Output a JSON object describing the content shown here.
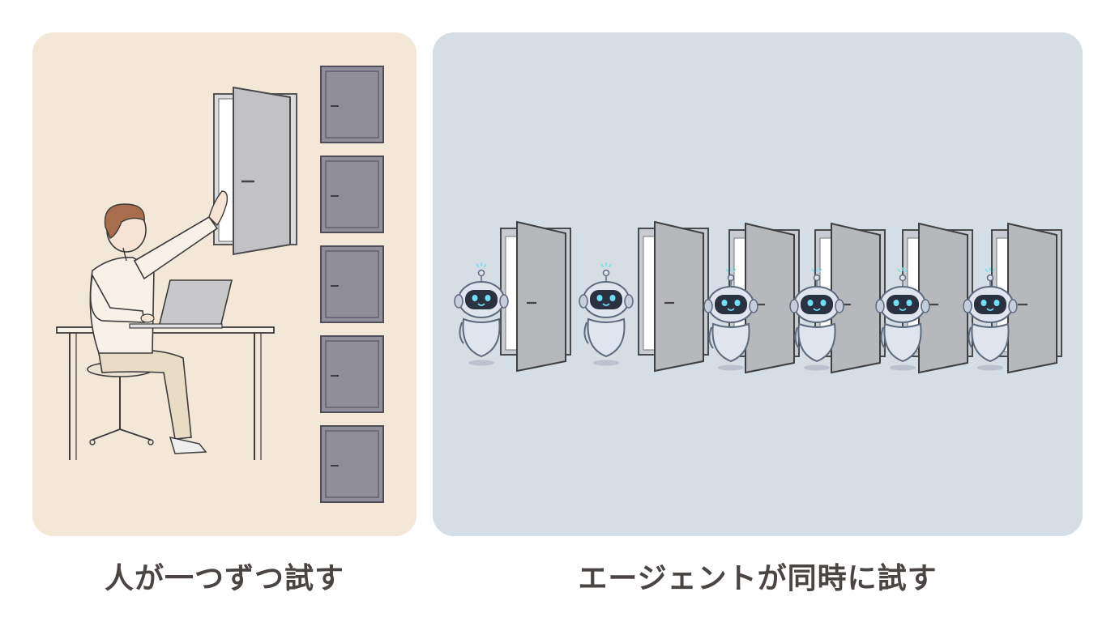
{
  "colors": {
    "left_panel_bg": "#f3e8d8",
    "right_panel_bg": "#d5dde5",
    "closed_door_fill": "#908e9b",
    "open_door_fill": "#bfbfc0",
    "robot_body": "#dfe4ee",
    "robot_face": "#2a3242",
    "robot_glow": "#6fe0f2",
    "caption_text": "#4a4443"
  },
  "left_panel": {
    "caption": "人が一つずつ試す",
    "closed_door_count": 5,
    "open_door_count": 1,
    "icons": [
      "person-at-laptop-icon",
      "open-door-icon",
      "closed-door-icon"
    ]
  },
  "right_panel": {
    "caption": "エージェントが同時に試す",
    "robot_count": 6,
    "open_door_count": 6,
    "icons": [
      "robot-agent-icon",
      "open-door-icon"
    ]
  }
}
